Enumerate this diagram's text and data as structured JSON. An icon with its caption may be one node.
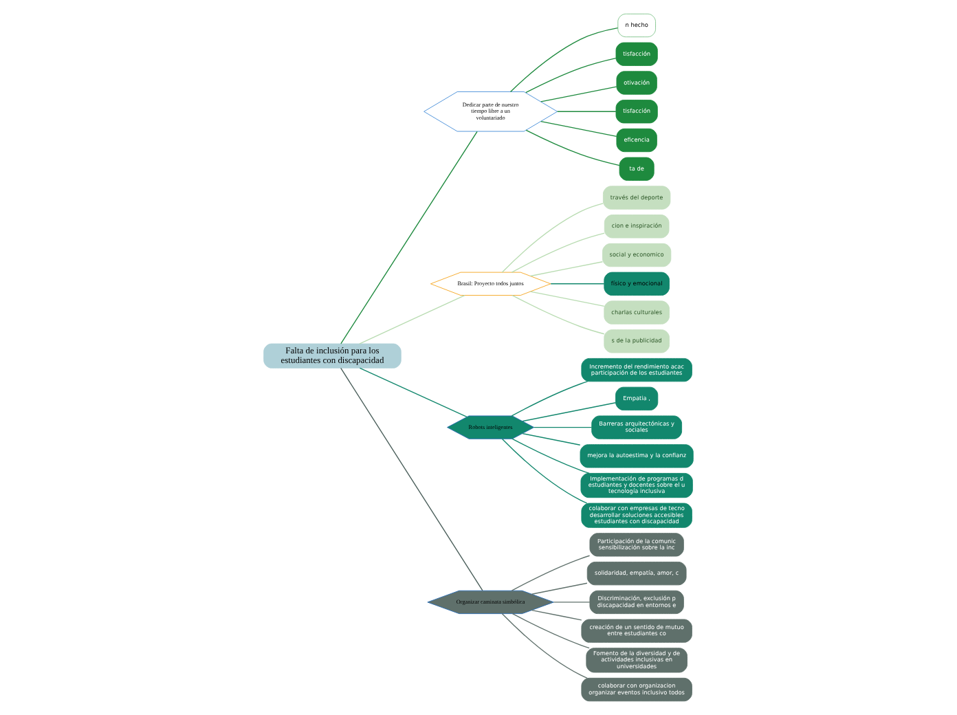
{
  "diagram": {
    "nodes": [
      {
        "text": [
          "Falta de inclusión para los estudiantes con discapacidad"
        ]
      },
      {
        "text": [
          "Dedicar parte de nuestro tiempo libre a un voluntariado"
        ]
      },
      {
        "text": [
          "n hecho"
        ]
      },
      {
        "text": [
          "tisfacción"
        ]
      },
      {
        "text": [
          "otivación"
        ]
      },
      {
        "text": [
          "tisfacción"
        ]
      },
      {
        "text": [
          "eficencia"
        ]
      },
      {
        "text": [
          "ta de"
        ]
      },
      {
        "text": [
          "Brasil: Proyecto todos juntos"
        ]
      },
      {
        "text": [
          "través del deporte"
        ]
      },
      {
        "text": [
          "cion e inspiración"
        ]
      },
      {
        "text": [
          "social y economico"
        ]
      },
      {
        "text": [
          "físico y emocional"
        ]
      },
      {
        "text": [
          "charlas culturales"
        ]
      },
      {
        "text": [
          "s de la publicidad"
        ]
      },
      {
        "text": [
          "Robots inteligentes"
        ]
      },
      {
        "text": [
          "Incremento del rendimiento acac participación de los estudiantes"
        ]
      },
      {
        "text": [
          "Empatia ,"
        ]
      },
      {
        "text": [
          "Barreras arquitectónicas y sociales"
        ]
      },
      {
        "text": [
          "mejora la autoestima y la confianz"
        ]
      },
      {
        "text": [
          "Implementación de programas d estudiantes y docentes sobre el u tecnología inclusiva"
        ]
      },
      {
        "text": [
          "colaborar con empresas de tecno desarrollar soluciones accesibles estudiantes con discapacidad"
        ]
      },
      {
        "text": [
          "Organizar caminata simbólica"
        ]
      },
      {
        "text": [
          "Participación de la comunic sensibilización sobre la inc"
        ]
      },
      {
        "text": [
          "solidaridad, empatía, amor, c"
        ]
      },
      {
        "text": [
          "Discriminación, exclusión p discapacidad en entornos e"
        ]
      },
      {
        "text": [
          "creación de un sentido de mutuo entre estudiantes co"
        ]
      },
      {
        "text": [
          "Fomento de la diversidad y de actividades inclusivas en universidades"
        ]
      },
      {
        "text": [
          "colaborar con organizacion organizar eventos inclusivo todos"
        ]
      }
    ],
    "edges": [
      {
        "from": 0,
        "to": 1,
        "arrow": "none",
        "color": "#1e8a3e"
      },
      {
        "from": 1,
        "to": 2,
        "arrow": "none",
        "color": "#1e8a3e"
      },
      {
        "from": 1,
        "to": 3,
        "arrow": "none",
        "color": "#1e8a3e"
      },
      {
        "from": 1,
        "to": 4,
        "arrow": "none",
        "color": "#1e8a3e"
      },
      {
        "from": 1,
        "to": 5,
        "arrow": "none",
        "color": "#1e8a3e"
      },
      {
        "from": 1,
        "to": 6,
        "arrow": "none",
        "color": "#1e8a3e"
      },
      {
        "from": 1,
        "to": 7,
        "arrow": "none",
        "color": "#1e8a3e"
      },
      {
        "from": 0,
        "to": 8,
        "arrow": "none",
        "color": "#b9dcb2"
      },
      {
        "from": 8,
        "to": 9,
        "arrow": "none",
        "color": "#b9dcb2"
      },
      {
        "from": 8,
        "to": 10,
        "arrow": "none",
        "color": "#b9dcb2"
      },
      {
        "from": 8,
        "to": 11,
        "arrow": "none",
        "color": "#b9dcb2"
      },
      {
        "from": 8,
        "to": 12,
        "arrow": "none",
        "color": "#12876d"
      },
      {
        "from": 8,
        "to": 13,
        "arrow": "none",
        "color": "#b9dcb2"
      },
      {
        "from": 8,
        "to": 14,
        "arrow": "none",
        "color": "#b9dcb2"
      },
      {
        "from": 0,
        "to": 15,
        "arrow": "none"
      },
      {
        "from": 15,
        "to": 16,
        "arrow": "none"
      },
      {
        "from": 15,
        "to": 17,
        "arrow": "none"
      },
      {
        "from": 15,
        "to": 18,
        "arrow": "none"
      },
      {
        "from": 15,
        "to": 19,
        "arrow": "none"
      },
      {
        "from": 15,
        "to": 20,
        "arrow": "none"
      },
      {
        "from": 15,
        "to": 21,
        "arrow": "none"
      },
      {
        "from": 0,
        "to": 22,
        "arrow": "none",
        "color": "#4b5f5b"
      },
      {
        "from": 22,
        "to": 23,
        "arrow": "none",
        "color": "#5f706b"
      },
      {
        "from": 22,
        "to": 24,
        "arrow": "none",
        "color": "#5f706b"
      },
      {
        "from": 22,
        "to": 25,
        "arrow": "none",
        "color": "#5f706b"
      },
      {
        "from": 22,
        "to": 26,
        "arrow": "none",
        "color": "#5f706b"
      },
      {
        "from": 22,
        "to": 27,
        "arrow": "none",
        "color": "#5f706b"
      },
      {
        "from": 22,
        "to": 28,
        "arrow": "none",
        "color": "#5f706b"
      }
    ]
  }
}
